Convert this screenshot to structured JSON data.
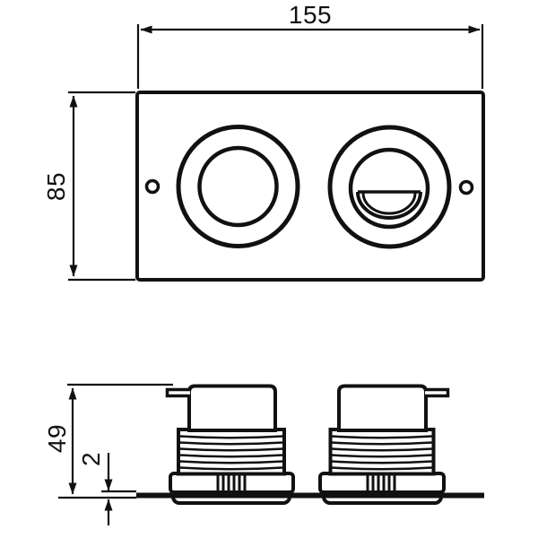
{
  "drawing": {
    "kind": "technical-dimension-drawing",
    "views": {
      "front": "flush-plate-front-view",
      "side": "flush-plate-side-view"
    },
    "dimensions": {
      "width": "155",
      "height": "85",
      "depth": "49",
      "thickness": "2"
    },
    "colors": {
      "line": "#111111",
      "background": "#ffffff"
    }
  }
}
